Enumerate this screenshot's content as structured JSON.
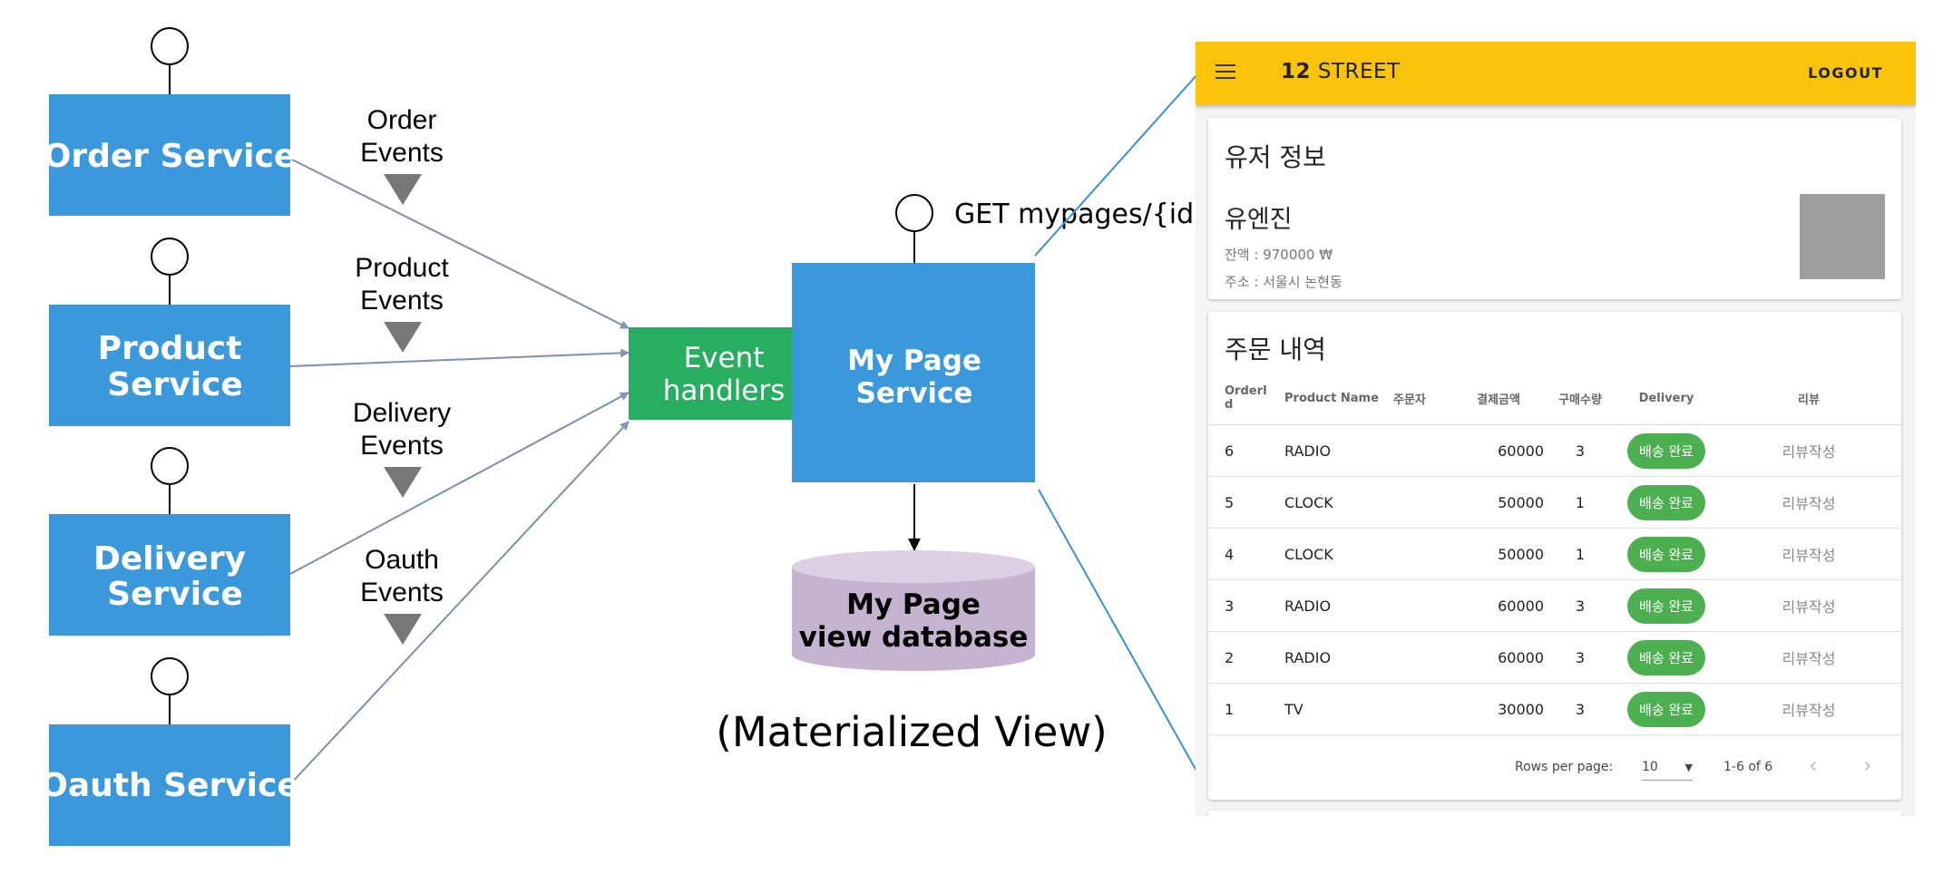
{
  "services": [
    {
      "line1": "Order Service",
      "line2": ""
    },
    {
      "line1": "Product",
      "line2": "Service"
    },
    {
      "line1": "Delivery",
      "line2": "Service"
    },
    {
      "line1": "Oauth Service",
      "line2": ""
    }
  ],
  "events": [
    {
      "line1": "Order",
      "line2": "Events"
    },
    {
      "line1": "Product",
      "line2": "Events"
    },
    {
      "line1": "Delivery",
      "line2": "Events"
    },
    {
      "line1": "Oauth",
      "line2": "Events"
    }
  ],
  "handler": {
    "line1": "Event",
    "line2": "handlers"
  },
  "mypage": {
    "line1": "My Page",
    "line2": "Service",
    "endpoint": "GET mypages/{id}"
  },
  "database": {
    "line1": "My Page",
    "line2": "view database"
  },
  "caption": "(Materialized View)",
  "colors": {
    "service": "#3a98db",
    "handler": "#27ae60",
    "database": "#c5b3d1",
    "appbar": "#fbc30a",
    "pill": "#4caf50"
  },
  "app": {
    "brand_bold": "12",
    "brand_rest": "STREET",
    "logout": "LOGOUT",
    "menu_icon": "hamburger-menu",
    "user": {
      "title": "유저 정보",
      "name": "유엔진",
      "balance": "잔액 : 970000 ₩",
      "address": "주소 : 서울시 논현동"
    },
    "orders": {
      "title": "주문 내역",
      "headers": [
        "OrderI\nd",
        "Product Name",
        "주문자",
        "결제금액",
        "구매수량",
        "Delivery",
        "리뷰"
      ],
      "rows": [
        {
          "id": "6",
          "product": "RADIO",
          "orderer": "",
          "amount": "60000",
          "qty": "3",
          "delivery": "배송 완료",
          "review": "리뷰작성"
        },
        {
          "id": "5",
          "product": "CLOCK",
          "orderer": "",
          "amount": "50000",
          "qty": "1",
          "delivery": "배송 완료",
          "review": "리뷰작성"
        },
        {
          "id": "4",
          "product": "CLOCK",
          "orderer": "",
          "amount": "50000",
          "qty": "1",
          "delivery": "배송 완료",
          "review": "리뷰작성"
        },
        {
          "id": "3",
          "product": "RADIO",
          "orderer": "",
          "amount": "60000",
          "qty": "3",
          "delivery": "배송 완료",
          "review": "리뷰작성"
        },
        {
          "id": "2",
          "product": "RADIO",
          "orderer": "",
          "amount": "60000",
          "qty": "3",
          "delivery": "배송 완료",
          "review": "리뷰작성"
        },
        {
          "id": "1",
          "product": "TV",
          "orderer": "",
          "amount": "30000",
          "qty": "3",
          "delivery": "배송 완료",
          "review": "리뷰작성"
        }
      ],
      "pager": {
        "rows_label": "Rows per page:",
        "rows_value": "10",
        "range": "1-6 of 6"
      }
    }
  }
}
